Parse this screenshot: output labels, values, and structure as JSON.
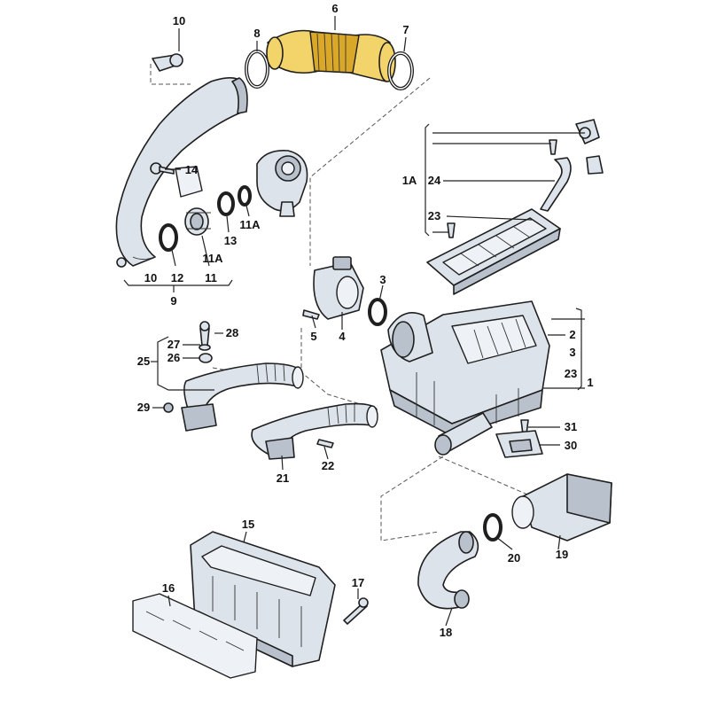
{
  "callouts": {
    "c1": "1",
    "c1A": "1A",
    "c2": "2",
    "c3a": "3",
    "c3b": "3",
    "c4": "4",
    "c5": "5",
    "c6": "6",
    "c7": "7",
    "c8": "8",
    "c9": "9",
    "c10a": "10",
    "c10b": "10",
    "c11": "11",
    "c11A_a": "11A",
    "c11A_b": "11A",
    "c12": "12",
    "c13": "13",
    "c14": "14",
    "c15": "15",
    "c16": "16",
    "c17": "17",
    "c18": "18",
    "c19": "19",
    "c20": "20",
    "c21": "21",
    "c22": "22",
    "c23a": "23",
    "c23b": "23",
    "c24": "24",
    "c25": "25",
    "c26": "26",
    "c27": "27",
    "c28": "28",
    "c29": "29",
    "c30": "30",
    "c31": "31"
  },
  "colors": {
    "highlight": "#f3d46a",
    "part": "#dde3ea",
    "line": "#1f1f1f"
  },
  "highlighted_part": "6"
}
